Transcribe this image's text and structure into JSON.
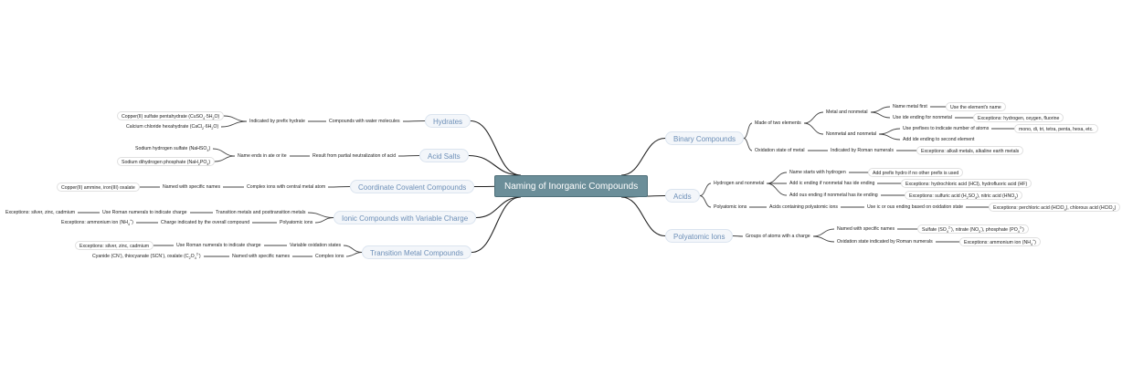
{
  "root": "Naming of Inorganic Compounds",
  "nodes": {
    "binary": "Binary Compounds",
    "made_two": "Made of two elements",
    "metal_nonmetal": "Metal and nonmetal",
    "name_metal_first": "Name metal first",
    "use_element_name": "Use the element's name",
    "use_ide": "Use ide ending for nonmetal",
    "exc_hof": "Exceptions: hydrogen, oxygen, fluorine",
    "nonmetal_nonmetal": "Nonmetal and nonmetal",
    "use_prefixes": "Use prefixes to indicate number of atoms",
    "prefix_list": "mono, di, tri, tetra, penta, hexa, etc.",
    "add_ide": "Add ide ending to second element",
    "oxidation_metal": "Oxidation state of metal",
    "indicated_roman": "Indicated by Roman numerals",
    "exc_alkali": "Exceptions: alkali metals, alkaline earth metals",
    "acids": "Acids",
    "hydrogen_nonmetal": "Hydrogen and nonmetal",
    "name_hydrogen": "Name starts with hydrogen",
    "add_hydro": "Add prefix hydro if no other prefix is used",
    "add_ic": "Add ic ending if nonmetal has ide ending",
    "exc_hcl": "Exceptions: hydrochloric acid (HCl), hydrofluoric acid (HF)",
    "add_ous": "Add ous ending if nonmetal has ite ending",
    "polyatomic_ions_acid": "Polyatomic ions",
    "acids_containing": "Acids containing polyatomic ions",
    "use_ic_ous": "Use ic or ous ending based on oxidation state",
    "polyatomic": "Polyatomic Ions",
    "groups_charge": "Groups of atoms with a charge",
    "named_specific_poly": "Named with specific names",
    "oxidation_roman": "Oxidation state indicated by Roman numerals",
    "hydrates": "Hydrates",
    "compounds_water": "Compounds with water molecules",
    "indicated_prefix": "Indicated by prefix hydrate",
    "acid_salts": "Acid Salts",
    "result_partial": "Result from partial neutralization of acid",
    "name_ends": "Name ends in ate or ite",
    "coordinate": "Coordinate Covalent Compounds",
    "complex_central": "Complex ions with central metal atom",
    "named_specific_coord": "Named with specific names",
    "exc_coord": "Copper(II) ammine, iron(III) oxalate",
    "ionic_variable": "Ionic Compounds with Variable Charge",
    "polyatomic_ions_ionic": "Polyatomic ions",
    "charge_overall": "Charge indicated by the overall compound",
    "transition_post": "Transition metals and posttransition metals",
    "use_roman_ionic": "Use Roman numerals to indicate charge",
    "exc_silver_ionic": "Exceptions: silver, zinc, cadmium",
    "transition": "Transition Metal Compounds",
    "variable_states": "Variable oxidation states",
    "use_roman_trans": "Use Roman numerals to indicate charge",
    "exc_silver_trans": "Exceptions: silver, zinc, cadmium",
    "complex_ions": "Complex ions",
    "named_specific_trans": "Named with specific names"
  },
  "rich": {
    "exc_sulfuric": [
      "Exceptions: sulfuric acid (H",
      {
        "sub": "2"
      },
      "SO",
      {
        "sub": "4"
      },
      "), nitric acid (HNO",
      {
        "sub": "3"
      },
      ")"
    ],
    "exc_perchloric": [
      "Exceptions: perchloric acid (HClO",
      {
        "sub": "4"
      },
      "), chlorous acid (HClO",
      {
        "sub": "2"
      },
      ")"
    ],
    "sulfate_list": [
      "Sulfate (SO",
      {
        "sub": "4"
      },
      {
        "sup": "2-"
      },
      "), nitrate (NO",
      {
        "sub": "3"
      },
      {
        "sup": "-"
      },
      "), phosphate (PO",
      {
        "sub": "4"
      },
      {
        "sup": "3-"
      },
      ")"
    ],
    "exc_ammonium_poly": [
      "Exceptions: ammonium ion (NH",
      {
        "sub": "4"
      },
      {
        "sup": "+"
      },
      ")"
    ],
    "copper_sulfate": [
      "Copper(II) sulfate pentahydrate (CuSO",
      {
        "sub": "4"
      },
      "·5H",
      {
        "sub": "2"
      },
      "O)"
    ],
    "calcium_chloride": [
      "Calcium chloride hexahydrate (CaCl",
      {
        "sub": "2"
      },
      "·6H",
      {
        "sub": "2"
      },
      "O)"
    ],
    "sodium_hydrogen_sulfate": [
      "Sodium hydrogen sulfate (NaHSO",
      {
        "sub": "4"
      },
      ")"
    ],
    "sodium_dihydrogen": [
      "Sodium dihydrogen phosphate (NaH",
      {
        "sub": "2"
      },
      "PO",
      {
        "sub": "4"
      },
      ")"
    ],
    "exc_ammonium_ionic": [
      "Exceptions: ammonium ion (NH",
      {
        "sub": "4"
      },
      {
        "sup": "+"
      },
      ")"
    ],
    "cyanide_list": [
      "Cyanide (CN",
      {
        "sup": "-"
      },
      "), thiocyanate (SCN",
      {
        "sup": "-"
      },
      "), oxalate (C",
      {
        "sub": "2"
      },
      "O",
      {
        "sub": "4"
      },
      {
        "sup": "2-"
      },
      ")"
    ]
  },
  "colors": {
    "root_fill": "#6b8e99",
    "branch_text": "#6d8fb7",
    "line": "#444444"
  }
}
